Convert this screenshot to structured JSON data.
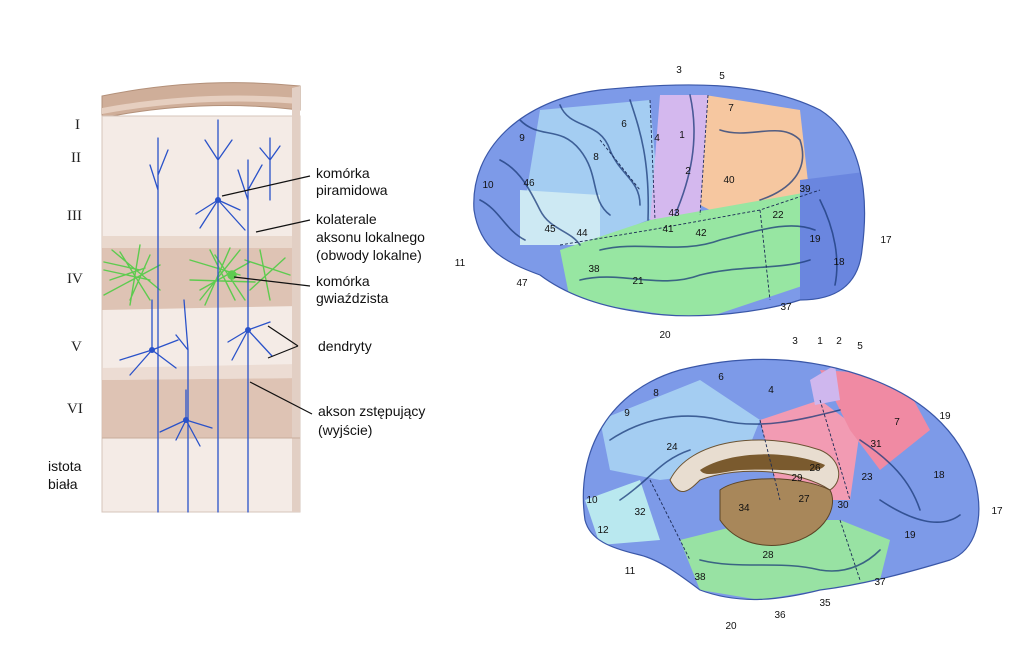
{
  "column": {
    "layers": [
      {
        "id": "I",
        "label": "I"
      },
      {
        "id": "II",
        "label": "II"
      },
      {
        "id": "III",
        "label": "III"
      },
      {
        "id": "IV",
        "label": "IV"
      },
      {
        "id": "V",
        "label": "V"
      },
      {
        "id": "VI",
        "label": "VI"
      }
    ],
    "white_matter": "istota\nbiała",
    "annotations": {
      "pyramidal": [
        "komórka",
        "piramidowa"
      ],
      "collaterals": [
        "kolaterale",
        "aksonu lokalnego",
        "(obwody lokalne)"
      ],
      "stellate": [
        "komórka",
        "gwiaździsta"
      ],
      "dendrites": [
        "dendryty"
      ],
      "descending": [
        "akson zstępujący",
        "(wyjście)"
      ]
    },
    "colors": {
      "band": "#d9bcaa",
      "top": "#c9a792",
      "neuron": "#2a52c9",
      "stellate": "#5ecb4f"
    }
  },
  "lateral_view": {
    "areas": [
      "3",
      "5",
      "7",
      "1",
      "6",
      "9",
      "4",
      "8",
      "2",
      "40",
      "10",
      "46",
      "39",
      "43",
      "22",
      "45",
      "41",
      "42",
      "44",
      "11",
      "19",
      "17",
      "18",
      "47",
      "38",
      "21",
      "37",
      "20"
    ]
  },
  "medial_view": {
    "areas": [
      "3",
      "1",
      "2",
      "5",
      "6",
      "4",
      "8",
      "7",
      "19",
      "9",
      "31",
      "24",
      "18",
      "26",
      "23",
      "29",
      "10",
      "27",
      "30",
      "17",
      "32",
      "34",
      "12",
      "28",
      "19",
      "11",
      "38",
      "37",
      "35",
      "36",
      "20"
    ]
  },
  "colors": {
    "blue": "#6f8fe6",
    "lightblue": "#9fd0f2",
    "cyan": "#b9e8ef",
    "green": "#8fe39a",
    "peach": "#f5c49c",
    "pink": "#f29bb3",
    "lavender": "#cfb7ee",
    "brown": "#a8875a"
  }
}
